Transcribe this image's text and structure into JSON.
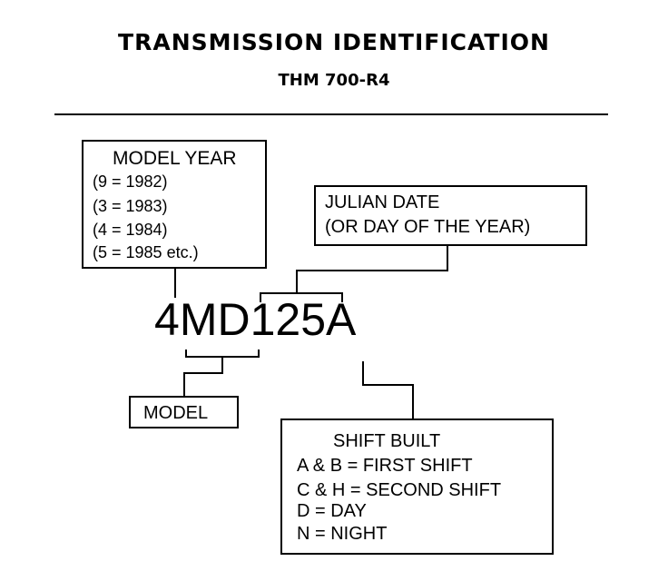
{
  "header": {
    "title": "TRANSMISSION IDENTIFICATION",
    "subtitle": "THM 700-R4"
  },
  "model_year_box": {
    "heading": "MODEL YEAR",
    "lines": [
      "(9 = 1982)",
      "(3 = 1983)",
      "(4 = 1984)",
      "(5 = 1985 etc.)"
    ]
  },
  "julian_date_box": {
    "line1": "JULIAN DATE",
    "line2": "(OR DAY OF THE YEAR)"
  },
  "code": {
    "year": "4",
    "model": "MD",
    "julian": "125",
    "shift": "A"
  },
  "model_box": {
    "label": "MODEL"
  },
  "shift_box": {
    "heading": "SHIFT BUILT",
    "lines": [
      "A & B = FIRST SHIFT",
      "C & H = SECOND SHIFT",
      "D  =  DAY",
      "N  =  NIGHT"
    ]
  }
}
